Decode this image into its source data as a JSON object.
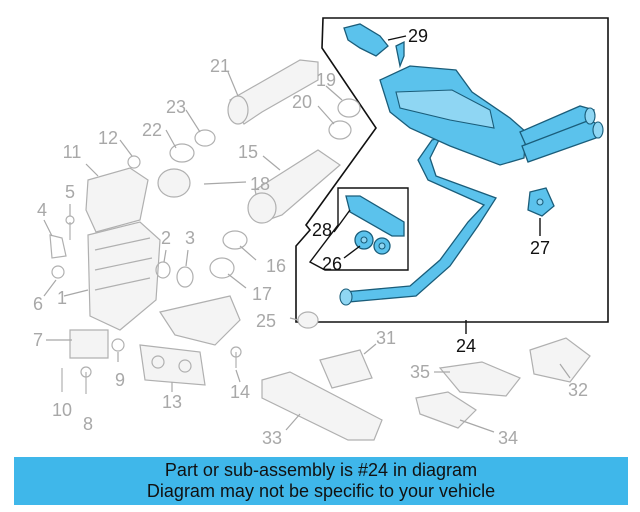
{
  "colors": {
    "highlight": "#5bc2ec",
    "banner": "#3fb7ea",
    "ghost": "#a8a8a8"
  },
  "labels": {
    "n1": "1",
    "n2": "2",
    "n3": "3",
    "n4": "4",
    "n5": "5",
    "n6": "6",
    "n7": "7",
    "n8": "8",
    "n9": "9",
    "n10": "10",
    "n11": "11",
    "n12": "12",
    "n13": "13",
    "n14": "14",
    "n15": "15",
    "n16": "16",
    "n17": "17",
    "n18": "18",
    "n19": "19",
    "n20": "20",
    "n21": "21",
    "n22": "22",
    "n23": "23",
    "n24": "24",
    "n25": "25",
    "n26": "26",
    "n27": "27",
    "n28": "28",
    "n29": "29",
    "n31": "31",
    "n32": "32",
    "n33": "33",
    "n34": "34",
    "n35": "35"
  },
  "banner": {
    "line1": "Part or sub-assembly is #24 in diagram",
    "line2": "Diagram may not be specific to your vehicle"
  }
}
